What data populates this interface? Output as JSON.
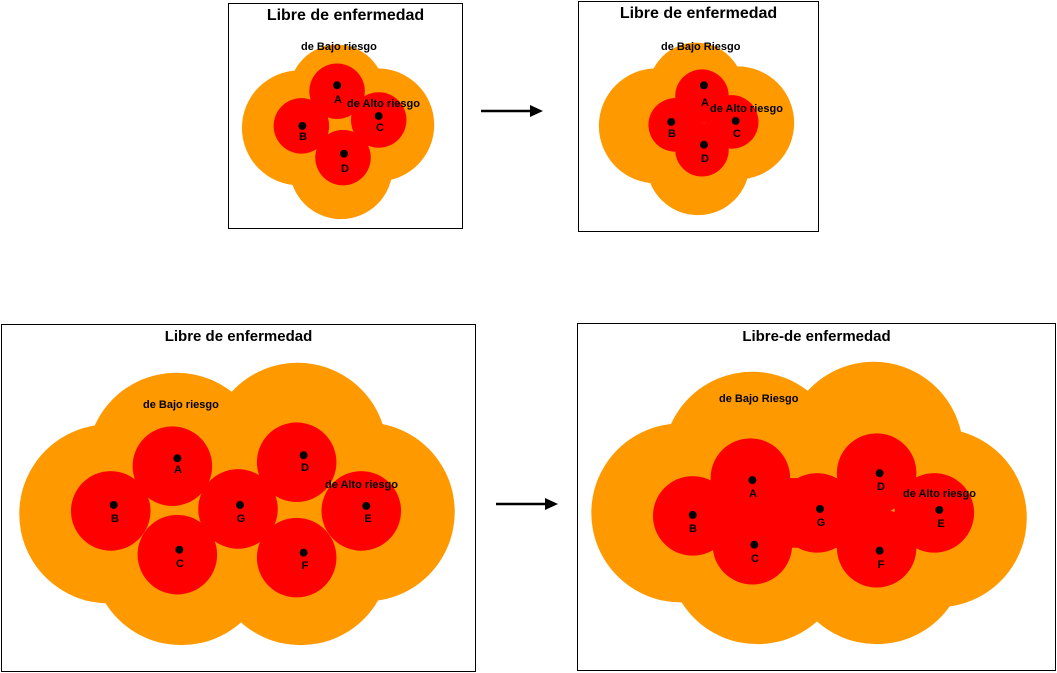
{
  "colors": {
    "low_risk": "#FF9900",
    "high_risk": "#FF0000",
    "point": "#000000",
    "border": "#000000"
  },
  "panels": [
    {
      "title": "Libre de enfermedad",
      "low_label": "de Bajo riesgo",
      "high_label": "de Alto riesgo",
      "points": [
        "A",
        "B",
        "C",
        "D"
      ]
    },
    {
      "title": "Libre de enfermedad",
      "low_label": "de Bajo Riesgo",
      "high_label": "de Alto riesgo",
      "points": [
        "A",
        "B",
        "C",
        "D"
      ]
    },
    {
      "title": "Libre de enfermedad",
      "low_label": "de Bajo riesgo",
      "high_label": "de Alto riesgo",
      "points": [
        "A",
        "B",
        "C",
        "D",
        "E",
        "F",
        "G"
      ]
    },
    {
      "title": "Libre-de enfermedad",
      "low_label": "de Bajo Riesgo",
      "high_label": "de Alto riesgo",
      "points": [
        "A",
        "B",
        "C",
        "D",
        "E",
        "F",
        "G"
      ]
    }
  ],
  "arrows": [
    {
      "icon": "right-arrow-icon"
    },
    {
      "icon": "right-arrow-icon"
    }
  ]
}
